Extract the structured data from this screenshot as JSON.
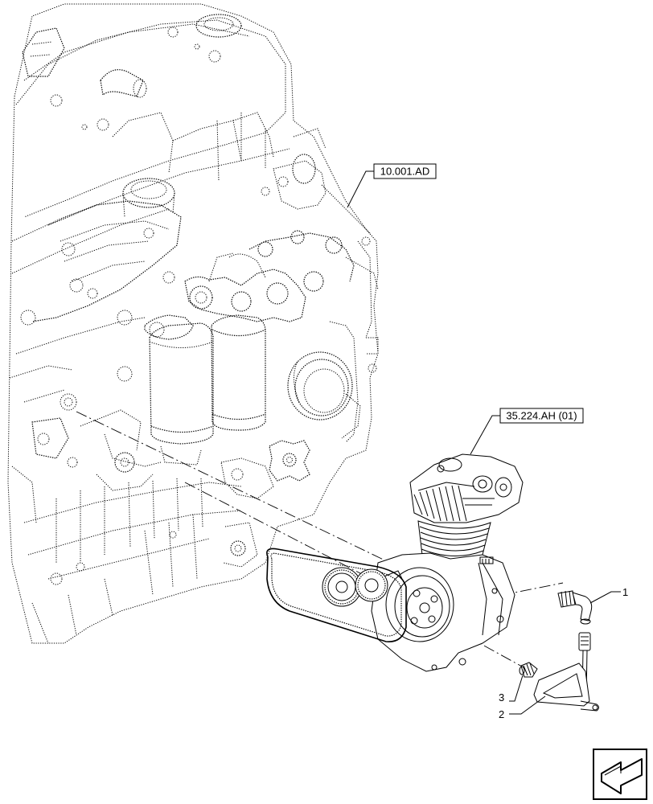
{
  "references": {
    "engine_block": "10.001.AD",
    "compressor": "35.224.AH (01)"
  },
  "callouts": [
    {
      "num": "1",
      "item": "fitting-elbow"
    },
    {
      "num": "2",
      "item": "tube-bracket"
    },
    {
      "num": "3",
      "item": "connector"
    }
  ],
  "nav_icon": "next-page-arrow-icon"
}
